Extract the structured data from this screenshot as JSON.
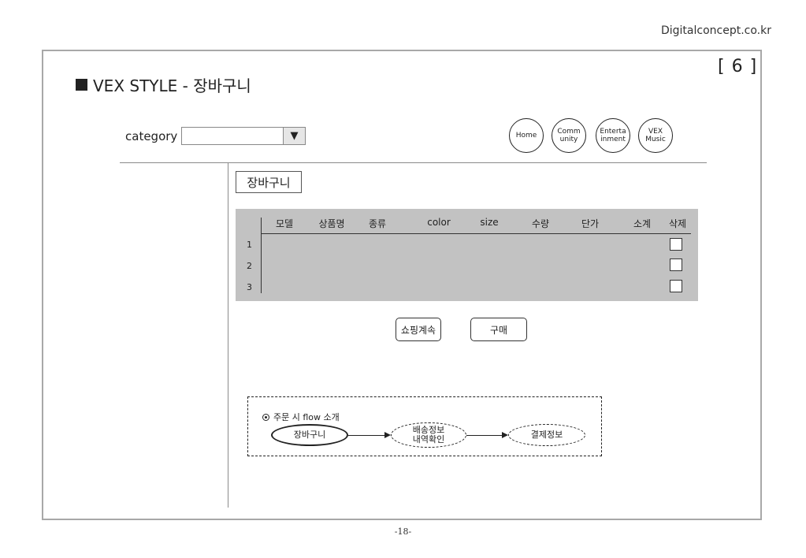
{
  "site": "Digitalconcept.co.kr",
  "page_number": "[ 6 ]",
  "title": "VEX STYLE - 장바구니",
  "category": {
    "label": "category",
    "value": ""
  },
  "nav_circles": [
    {
      "label": "Home"
    },
    {
      "label": "Comm\nunity"
    },
    {
      "label": "Enterta\ninment"
    },
    {
      "label": "VEX\nMusic"
    }
  ],
  "cart_tab": "장바구니",
  "table": {
    "headers": [
      "모델",
      "상품명",
      "종류",
      "color",
      "size",
      "수량",
      "단가",
      "소계",
      "삭제"
    ],
    "rows": [
      "1",
      "2",
      "3"
    ]
  },
  "buttons": {
    "continue": "쇼핑계속",
    "buy": "구매"
  },
  "flow": {
    "title": "주문 시 flow 소개",
    "steps": [
      "장바구니",
      "배송정보\n내역확인",
      "결제정보"
    ]
  },
  "footer": "-18-"
}
